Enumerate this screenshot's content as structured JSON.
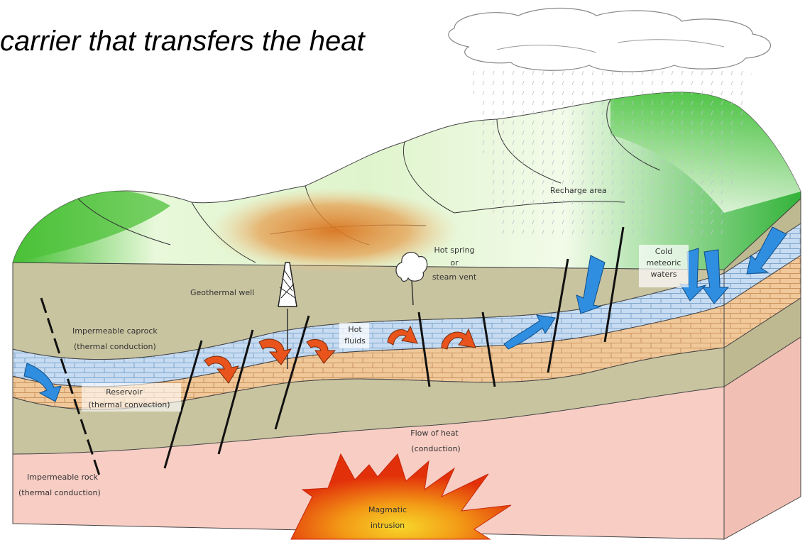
{
  "heading": "carrier that transfers the heat",
  "labels": {
    "recharge_area": "Recharge area",
    "cold_meteoric": [
      "Cold",
      "meteoric",
      "waters"
    ],
    "hot_spring": [
      "Hot spring",
      "or",
      "steam vent"
    ],
    "geothermal_well": "Geothermal well",
    "hot_fluids": [
      "Hot",
      "fluids"
    ],
    "caprock": [
      "Impermeable caprock",
      "(thermal conduction)"
    ],
    "reservoir": [
      "Reservoir",
      "(thermal convection)"
    ],
    "flow_of_heat": [
      "Flow of heat",
      "(conduction)"
    ],
    "impermeable_rock": [
      "Impermeable rock",
      "(thermal conduction)"
    ],
    "magmatic": [
      "Magmatic",
      "intrusion"
    ]
  },
  "colors": {
    "terrain_green": "#3fc23a",
    "terrain_light": "#d9f5c8",
    "soil_olive": "#c9c4a0",
    "reservoir_blue": "#c7dcf2",
    "reservoir_tan": "#f1c89a",
    "hot_rock_pink": "#f7cdc4",
    "hot_arrow": "#e8541c",
    "cold_arrow": "#2f8ee0",
    "magma_red": "#e8340a",
    "magma_yellow": "#f6c21a",
    "anomaly_orange": "#d9741e"
  },
  "icons": [
    "cloud-icon",
    "rain-icon",
    "drill-rig-icon",
    "steam-plume-icon",
    "hot-fluid-arrow-icon",
    "cold-water-arrow-icon"
  ]
}
